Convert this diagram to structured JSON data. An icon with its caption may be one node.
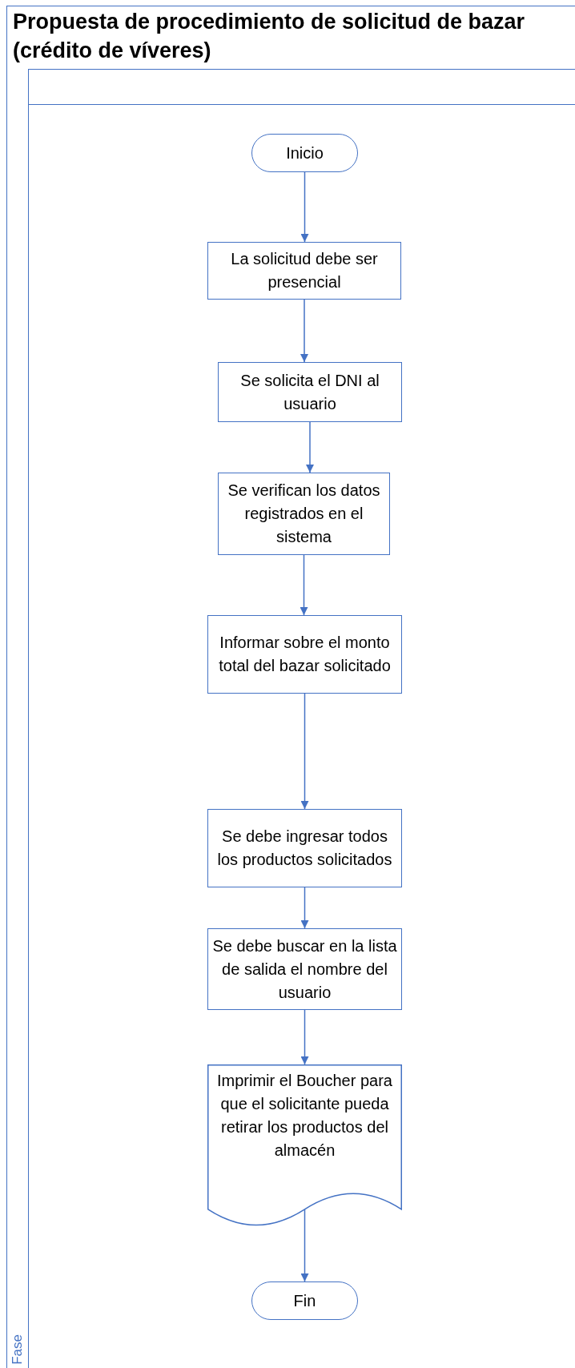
{
  "diagram": {
    "title": "Propuesta de procedimiento de solicitud de bazar (crédito de víveres)",
    "nodes": [
      {
        "text": [
          "Inicio"
        ]
      },
      {
        "text": [
          "La solicitud debe ser presencial"
        ]
      },
      {
        "text": [
          "Se solicita el DNI al usuario"
        ]
      },
      {
        "text": [
          "Se verifican los datos registrados en el sistema"
        ]
      },
      {
        "text": [
          "Informar sobre el monto total del bazar solicitado"
        ]
      },
      {
        "text": [
          "Se debe ingresar todos los productos solicitados"
        ]
      },
      {
        "text": [
          "Se debe buscar en la lista de salida el nombre del usuario"
        ]
      },
      {
        "text": [
          "Imprimir el Boucher para que el solicitante pueda retirar los productos del almacén"
        ]
      },
      {
        "text": [
          "Fin"
        ]
      }
    ],
    "edges": [
      {
        "from": 0,
        "to": 1,
        "arrow": "to"
      },
      {
        "from": 1,
        "to": 2,
        "arrow": "to"
      },
      {
        "from": 2,
        "to": 3,
        "arrow": "to"
      },
      {
        "from": 3,
        "to": 4,
        "arrow": "to"
      },
      {
        "from": 4,
        "to": 5,
        "arrow": "to"
      },
      {
        "from": 5,
        "to": 6,
        "arrow": "to"
      },
      {
        "from": 6,
        "to": 7,
        "arrow": "to"
      },
      {
        "from": 7,
        "to": 8,
        "arrow": "to"
      }
    ],
    "labels": [
      "Fase"
    ]
  }
}
